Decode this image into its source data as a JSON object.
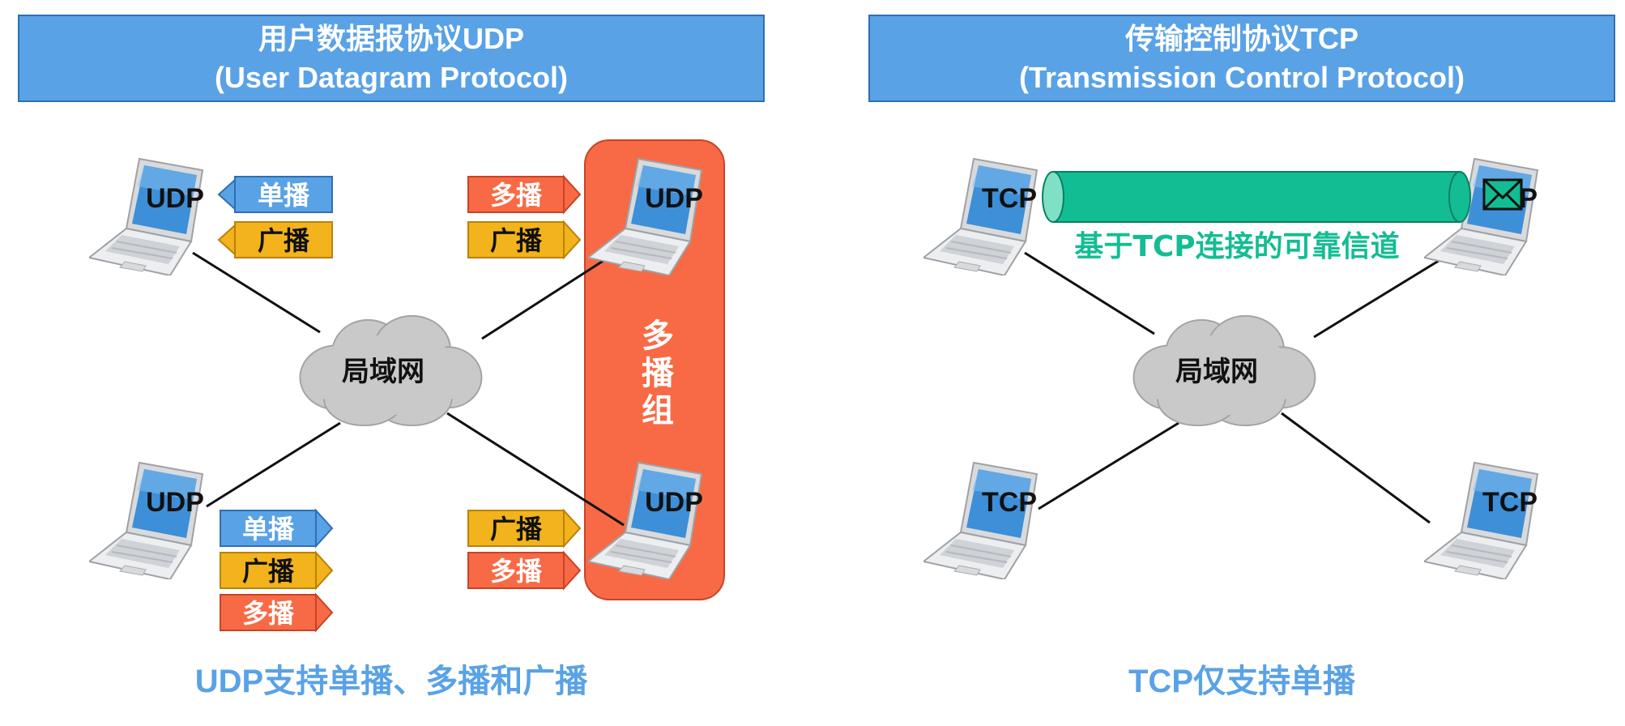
{
  "udp_panel": {
    "title_line1": "用户数据报协议UDP",
    "title_line2": "(User Datagram Protocol)",
    "cloud_label": "局域网",
    "host_label": "UDP",
    "unicast": "单播",
    "broadcast": "广播",
    "multicast": "多播",
    "group_label_1": "多",
    "group_label_2": "播",
    "group_label_3": "组",
    "caption": "UDP支持单播、多播和广播"
  },
  "tcp_panel": {
    "title_line1": "传输控制协议TCP",
    "title_line2": "(Transmission Control Protocol)",
    "cloud_label": "局域网",
    "host_label": "TCP",
    "channel_label": "基于TCP连接的可靠信道",
    "caption": "TCP仅支持单播"
  },
  "colors": {
    "header_blue": "#5aa2e6",
    "unicast_blue": "#5aa2e6",
    "broadcast_yellow": "#f2b31c",
    "multicast_orange": "#f86a45",
    "tcp_channel_green": "#13bd93",
    "caption_blue": "#5aa2e6"
  },
  "icons": [
    "laptop-icon",
    "cloud-icon",
    "envelope-icon",
    "arrow-icon"
  ]
}
